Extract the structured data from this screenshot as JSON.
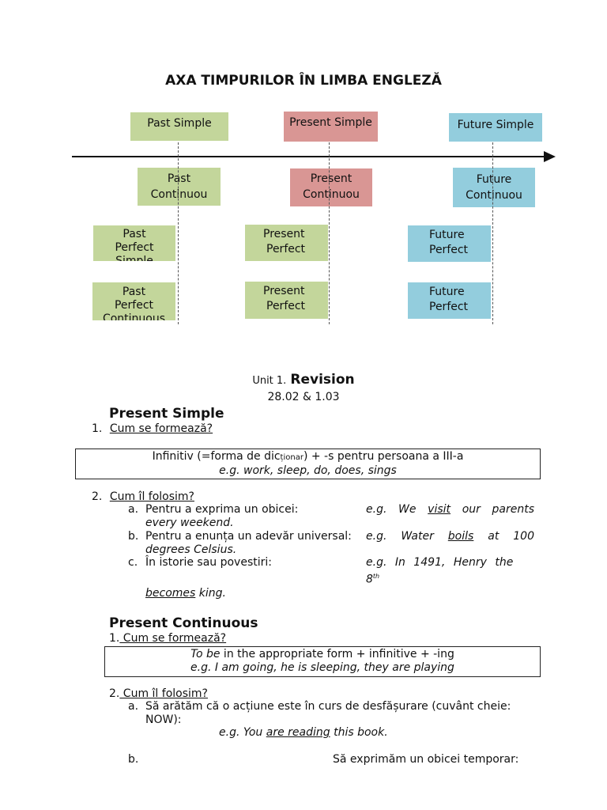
{
  "title": "AXA TIMPURILOR ÎN LIMBA ENGLEZĂ",
  "timeline": {
    "row1": [
      "Past Simple",
      "Present Simple",
      "Future Simple"
    ],
    "row2": [
      [
        "Past",
        "Continuou"
      ],
      [
        "Present",
        "Continuou"
      ],
      [
        "Future",
        "Continuou"
      ]
    ],
    "row3": [
      [
        "Past",
        "Perfect",
        "Simple"
      ],
      [
        "Present",
        "Perfect"
      ],
      [
        "Future",
        "Perfect"
      ]
    ],
    "row4": [
      [
        "Past",
        "Perfect",
        "Continuous"
      ],
      [
        "Present",
        "Perfect"
      ],
      [
        "Future",
        "Perfect"
      ]
    ],
    "colors": {
      "past": "#c3d69b",
      "present": "#d99694",
      "future": "#93cddd"
    }
  },
  "unit": {
    "prefix": "Unit 1.",
    "name": "Revision",
    "dates": "28.02 & 1.03"
  },
  "present_simple": {
    "heading": "Present Simple",
    "q1_num": "1.",
    "q1": "Cum se formează?",
    "box_line1_a": "Infinitiv (=forma de dic",
    "box_line1_b": "ționar",
    "box_line1_c": ") + -s pentru persoana a III-a",
    "box_line2": "e.g. work, sleep, do, does, sings",
    "q2_num": "2.",
    "q2": "Cum îl folosim?",
    "items": [
      {
        "letter": "a.",
        "text": "Pentru a exprima un obicei:",
        "ex_pre": "e.g. We",
        "ex_u": "visit",
        "ex_post": "our parents",
        "cont_pre": "every weekend.",
        "cont_u": "",
        "cont_post": ""
      },
      {
        "letter": "b.",
        "text": "Pentru a enunța un adevăr universal:",
        "ex_pre": "e.g. Water",
        "ex_u": "boils",
        "ex_post": "at 100",
        "cont_pre": "degrees Celsius",
        "cont_u": "",
        "cont_post": "."
      },
      {
        "letter": "c.",
        "text": "În istorie sau povestiri:",
        "ex_pre": "e.g. In 1491, Henry the 8",
        "ex_u": "",
        "ex_post": "th",
        "cont_pre": "",
        "cont_u": "becomes",
        "cont_post": " king."
      }
    ]
  },
  "present_continuous": {
    "heading": "Present Continuous",
    "q1_num": "1.",
    "q1": " Cum se formează?",
    "box_line1_it": "To be",
    "box_line1_rest": " in the appropriate form + infinitive + -ing",
    "box_line2": "e.g. I am going, he is sleeping, they are playing",
    "q2_num": "2.",
    "q2": " Cum îl folosim?",
    "a_letter": "a.",
    "a_line1": "Să arătăm că o acțiune este în curs de desfășurare (cuvânt cheie:",
    "a_line2": "NOW):",
    "a_ex_pre": "e.g. You ",
    "a_ex_u": "are reading",
    "a_ex_post": " this book.",
    "b_letter": "b.",
    "b_text": "Să exprimăm un obicei temporar:"
  }
}
